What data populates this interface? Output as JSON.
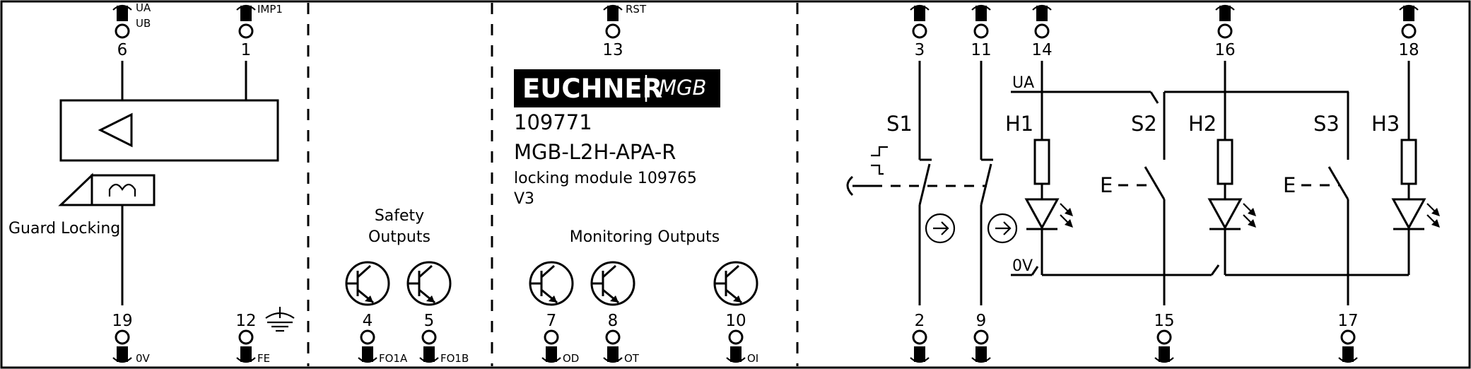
{
  "logo": {
    "brand": "EUCHNER",
    "product": "MGB"
  },
  "header": {
    "part_number": "109771",
    "model": "MGB-L2H-APA-R",
    "module": "locking module 109765",
    "version": "V3"
  },
  "sections": {
    "guard_locking": "Guard Locking",
    "safety_outputs": [
      "Safety",
      "Outputs"
    ],
    "monitoring_outputs": "Monitoring Outputs"
  },
  "terminals_top": [
    {
      "number": "6",
      "labels": [
        "UA",
        "UB"
      ]
    },
    {
      "number": "1",
      "labels": [
        "IMP1"
      ]
    },
    {
      "number": "13",
      "labels": [
        "RST"
      ]
    },
    {
      "number": "3",
      "labels": []
    },
    {
      "number": "11",
      "labels": []
    },
    {
      "number": "14",
      "labels": []
    },
    {
      "number": "16",
      "labels": []
    },
    {
      "number": "18",
      "labels": []
    }
  ],
  "terminals_bottom": [
    {
      "number": "19",
      "labels": [
        "0V"
      ]
    },
    {
      "number": "12",
      "labels": [
        "FE"
      ]
    },
    {
      "number": "4",
      "labels": [
        "FO1A"
      ]
    },
    {
      "number": "5",
      "labels": [
        "FO1B"
      ]
    },
    {
      "number": "7",
      "labels": [
        "OD"
      ]
    },
    {
      "number": "8",
      "labels": [
        "OT"
      ]
    },
    {
      "number": "10",
      "labels": [
        "OI"
      ]
    },
    {
      "number": "2",
      "labels": []
    },
    {
      "number": "9",
      "labels": []
    },
    {
      "number": "15",
      "labels": []
    },
    {
      "number": "17",
      "labels": []
    }
  ],
  "circuit": {
    "switches": [
      "S1",
      "S2",
      "S3"
    ],
    "leds": [
      "H1",
      "H2",
      "H3"
    ],
    "rail_top": "UA",
    "rail_bottom": "0V",
    "actuator_labels": [
      "E",
      "E"
    ]
  }
}
